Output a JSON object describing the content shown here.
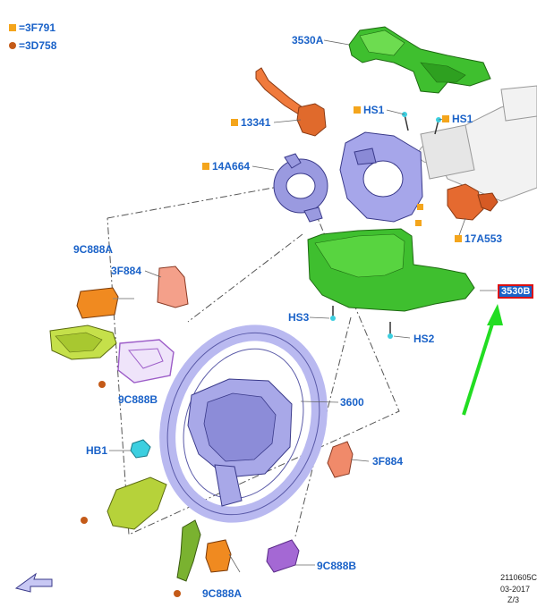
{
  "legend": [
    {
      "symbol": "square",
      "color": "#f4a51c",
      "text": "=3F791"
    },
    {
      "symbol": "circle",
      "color": "#c45a18",
      "text": "=3D758"
    }
  ],
  "labels": {
    "l_3530A": "3530A",
    "l_HS1_a": "HS1",
    "l_HS1_b": "HS1",
    "l_13341": "13341",
    "l_14A664": "14A664",
    "l_17A553": "17A553",
    "l_9C888A_top": "9C888A",
    "l_3F884_top": "3F884",
    "l_3530B": "3530B",
    "l_HS3": "HS3",
    "l_HS2": "HS2",
    "l_9C888B_left": "9C888B",
    "l_3600": "3600",
    "l_HB1": "HB1",
    "l_3F884_right": "3F884",
    "l_9C888B_bottom": "9C888B",
    "l_9C888A_bottom": "9C888A"
  },
  "reference": {
    "line1": "2110605C",
    "line2": "03-2017",
    "line3": "Z/3"
  },
  "colors": {
    "label_text": "#1a62c8",
    "upper_shroud": "#3fbf2f",
    "lower_shroud": "#3fbf2f",
    "switch_orange": "#f07a3c",
    "clockspring": "#9a9ae0",
    "steering_wheel": "#b9b9f0",
    "bezel_yellow_green": "#b6d23a",
    "trim_purple": "#9c5cc8",
    "pointer_arrow": "#22dd22",
    "legend_square": "#f4a51c",
    "legend_circle": "#c45a18"
  }
}
